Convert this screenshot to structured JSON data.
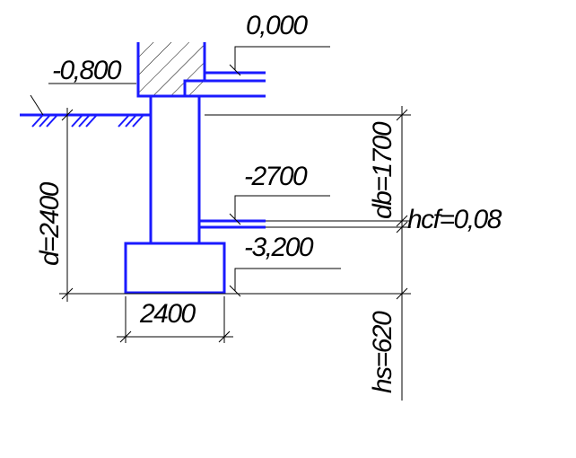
{
  "labels": {
    "level_top": "0,000",
    "level_basement_floor": "-0,800",
    "level_mid": "-2700",
    "level_bottom": "-3,200",
    "footing_width": "2400",
    "depth_d": "d=2400",
    "depth_db": "db=1700",
    "hcf": "hcf=0,08",
    "hs": "hs=620"
  },
  "colors": {
    "structure": "#1a1aff",
    "dimension": "#000000",
    "background": "#ffffff"
  }
}
